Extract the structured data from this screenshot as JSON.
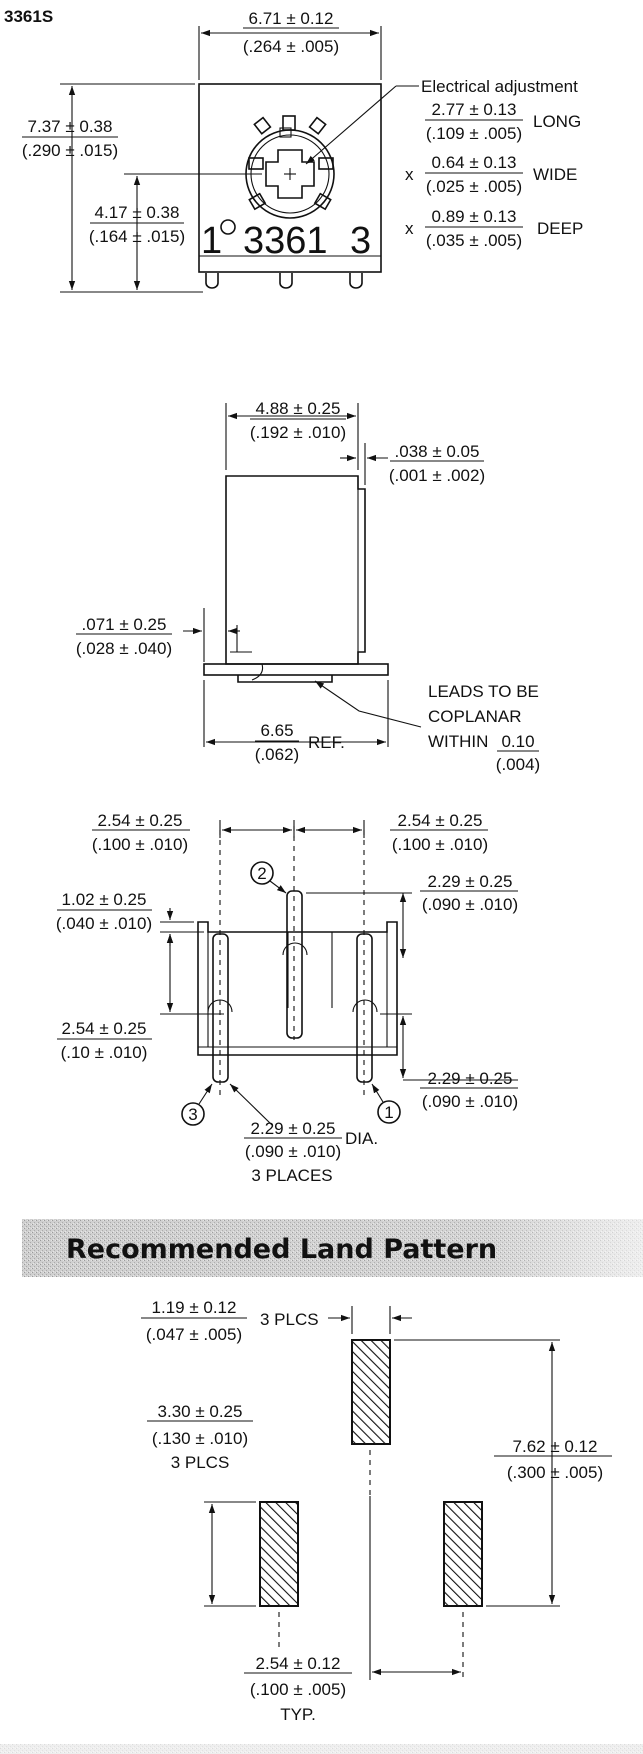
{
  "part_number": "3361S",
  "top_view": {
    "width_mm": "6.71 ± 0.12",
    "width_in": "(.264 ± .005)",
    "height_mm": "7.37 ± 0.38",
    "height_in": "(.290 ± .015)",
    "center_mm": "4.17 ± 0.38",
    "center_in": "(.164 ± .015)",
    "marking_1": "1",
    "marking_model": "3361",
    "marking_3": "3",
    "adjustment_label": "Electrical adjustment",
    "long_mm": "2.77 ± 0.13",
    "long_in": "(.109 ± .005)",
    "long_label": "LONG",
    "wide_mm": "0.64 ± 0.13",
    "wide_in": "(.025 ± .005)",
    "wide_label": "WIDE",
    "deep_mm": "0.89 ± 0.13",
    "deep_in": "(.035 ± .005)",
    "deep_label": "DEEP",
    "times": "x"
  },
  "side_view": {
    "depth_mm": "4.88 ± 0.25",
    "depth_in": "(.192 ± .010)",
    "step_mm": ".038 ± 0.05",
    "step_in": "(.001 ± .002)",
    "standoff_mm": ".071 ± 0.25",
    "standoff_in": "(.028 ± .040)",
    "ref_mm": "6.65",
    "ref_in": "(.062)",
    "ref_label": "REF.",
    "note_line1": "LEADS TO BE",
    "note_line2": "COPLANAR",
    "note_line3": "WITHIN",
    "note_mm": "0.10",
    "note_in": "(.004)"
  },
  "bottom_view": {
    "left_pitch_mm": "2.54 ± 0.25",
    "left_pitch_in": "(.100 ± .010)",
    "right_pitch_mm": "2.54 ± 0.25",
    "right_pitch_in": "(.100 ± .010)",
    "top_right_mm": "2.29 ± 0.25",
    "top_right_in": "(.090 ± .010)",
    "upper_left_mm": "1.02 ± 0.25",
    "upper_left_in": "(.040 ± .010)",
    "lower_left_mm": "2.54 ± 0.25",
    "lower_left_in": "(.10 ± .010)",
    "bottom_right_mm": "2.29 ± 0.25",
    "bottom_right_in": "(.090 ± .010)",
    "dia_mm": "2.29 ± 0.25",
    "dia_in": "(.090 ± .010)",
    "dia_label": "DIA.",
    "places": "3 PLACES",
    "pin_1": "1",
    "pin_2": "2",
    "pin_3": "3"
  },
  "land_pattern": {
    "title": "Recommended Land Pattern",
    "pad_width_mm": "1.19 ± 0.12",
    "pad_width_in": "(.047 ± .005)",
    "pad_width_qty": "3 PLCS",
    "pad_len_mm": "3.30 ± 0.25",
    "pad_len_in": "(.130 ± .010)",
    "pad_len_qty": "3 PLCS",
    "span_mm": "7.62 ± 0.12",
    "span_in": "(.300 ± .005)",
    "pitch_mm": "2.54 ± 0.12",
    "pitch_in": "(.100 ± .005)",
    "pitch_qty": "TYP."
  }
}
